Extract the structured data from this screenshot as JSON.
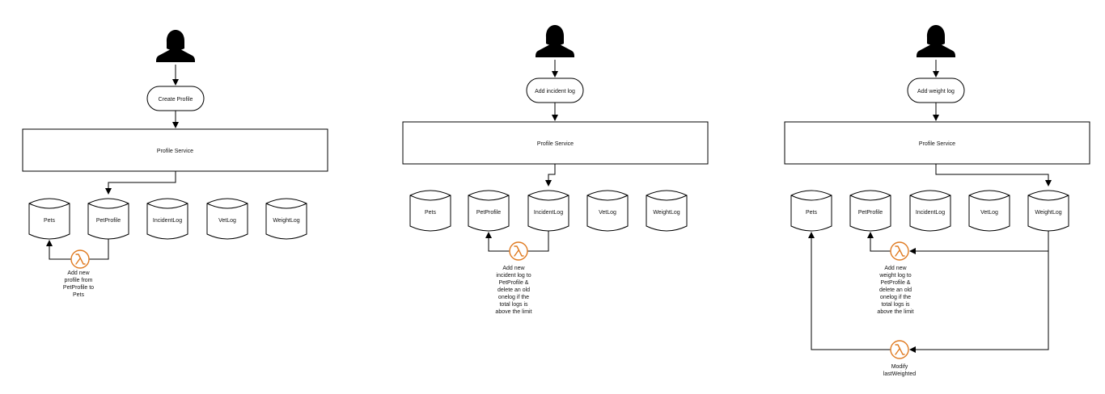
{
  "colors": {
    "stroke": "#000000",
    "lambda": "#e07b22",
    "text": "#111111",
    "fill": "#ffffff"
  },
  "panels": [
    {
      "action": "Create Profile",
      "service": "Profile Service",
      "tables": [
        "Pets",
        "PetProfile",
        "IncidentLog",
        "VetLog",
        "WeightLog"
      ],
      "lambdas": [
        {
          "icon": "lambda-icon",
          "caption": [
            "Add new",
            "profile from",
            "PetProfile to",
            "Pets"
          ]
        }
      ]
    },
    {
      "action": "Add incident log",
      "service": "Profile Service",
      "tables": [
        "Pets",
        "PetProfile",
        "IncidentLog",
        "VetLog",
        "WeightLog"
      ],
      "lambdas": [
        {
          "icon": "lambda-icon",
          "caption": [
            "Add new",
            "incident log to",
            "PetProfile &",
            "delete an old",
            "onelog if the",
            "total logs is",
            "above the limit"
          ]
        }
      ]
    },
    {
      "action": "Add weight log",
      "service": "Profile Service",
      "tables": [
        "Pets",
        "PetProfile",
        "IncidentLog",
        "VetLog",
        "WeightLog"
      ],
      "lambdas": [
        {
          "icon": "lambda-icon",
          "caption": [
            "Add new",
            "weight log to",
            "PetProfile &",
            "delete an old",
            "onelog if the",
            "total logs is",
            "above the limit"
          ]
        },
        {
          "icon": "lambda-icon",
          "caption": [
            "Modify",
            "lastWeighted"
          ]
        }
      ]
    }
  ]
}
